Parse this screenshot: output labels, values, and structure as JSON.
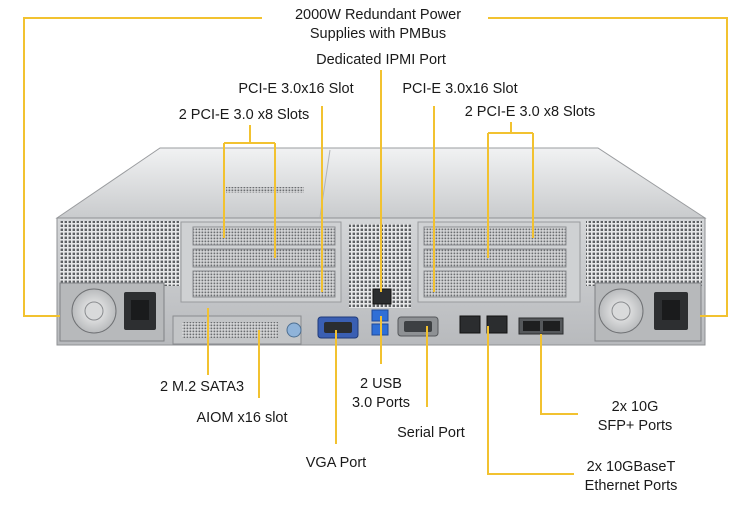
{
  "callouts": {
    "psu": [
      "2000W Redundant Power",
      "Supplies with PMBus"
    ],
    "ipmi": "Dedicated IPMI Port",
    "pcie16_left": "PCI-E 3.0x16 Slot",
    "pcie8_left": "2 PCI-E 3.0 x8 Slots",
    "pcie16_right": "PCI-E 3.0x16 Slot",
    "pcie8_right": "2 PCI-E 3.0 x8 Slots",
    "m2": "2 M.2 SATA3",
    "aiom": "AIOM x16 slot",
    "usb": [
      "2 USB",
      "3.0 Ports"
    ],
    "vga": "VGA Port",
    "serial": "Serial Port",
    "sfp": [
      "2x 10G",
      "SFP+ Ports"
    ],
    "ethernet": [
      "2x 10GBaseT",
      "Ethernet Ports"
    ]
  },
  "colors": {
    "leader": "#f2c230",
    "chassis": "#c8cacc",
    "label": "#1a1a1a"
  }
}
